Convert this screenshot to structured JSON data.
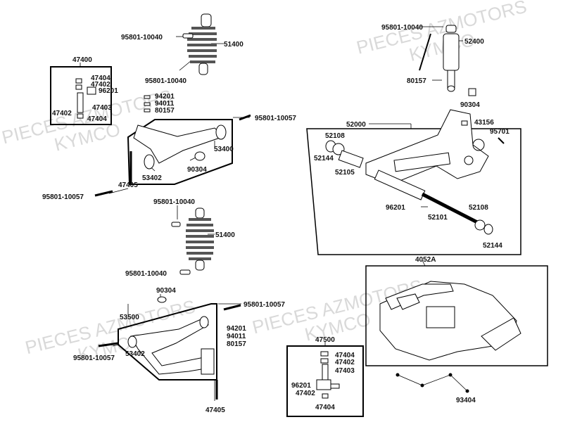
{
  "watermark": {
    "text_a": "PIECES AZMOTORS",
    "text_b": "KYMCO"
  },
  "labels": {
    "p95801_10040_top": "95801-10040",
    "p51400_top": "51400",
    "p95801_10040_top_b": "95801-10040",
    "p47400": "47400",
    "p47404_a": "47404",
    "p47402_a": "47402",
    "p96201_a": "96201",
    "p47403_a": "47403",
    "p47402_b": "47402",
    "p47404_b": "47404",
    "p94201_a": "94201",
    "p94011_a": "94011",
    "p80157_a": "80157",
    "p95801_10057_a": "95801-10057",
    "p53400": "53400",
    "p90304_a": "90304",
    "p53402_a": "53402",
    "p47405_a": "47405",
    "p95801_10057_b": "95801-10057",
    "p95801_10040_mid": "95801-10040",
    "p51400_mid": "51400",
    "p95801_10040_mid_b": "95801-10040",
    "p90304_b": "90304",
    "p53500": "53500",
    "p95801_10057_c": "95801-10057",
    "p94201_b": "94201",
    "p94011_b": "94011",
    "p80157_b": "80157",
    "p95801_10057_d": "95801-10057",
    "p53402_b": "53402",
    "p47405_b": "47405",
    "p95801_10040_r": "95801-10040",
    "p52400": "52400",
    "p80157_r": "80157",
    "p90304_r": "90304",
    "p52000": "52000",
    "p43156": "43156",
    "p95701": "95701",
    "p52108_a": "52108",
    "p52144_a": "52144",
    "p52105": "52105",
    "p96201_r": "96201",
    "p52108_b": "52108",
    "p52101": "52101",
    "p52144_b": "52144",
    "p4052A": "4052A",
    "p93404": "93404",
    "p47500": "47500",
    "p47404_c": "47404",
    "p47402_c": "47402",
    "p47403_c": "47403",
    "p96201_c": "96201",
    "p47402_d": "47402",
    "p47404_d": "47404"
  }
}
